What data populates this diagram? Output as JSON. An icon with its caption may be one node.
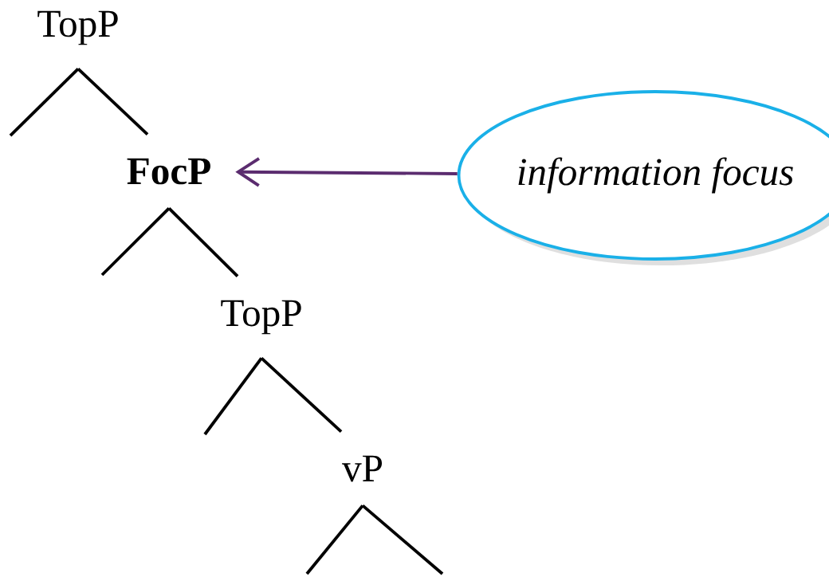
{
  "diagram": {
    "nodes": [
      {
        "text": [
          "TopP"
        ]
      },
      {
        "text": [
          "FocP"
        ]
      },
      {
        "text": [
          "TopP"
        ]
      },
      {
        "text": [
          "vP"
        ]
      },
      {
        "text": [
          "information focus"
        ]
      }
    ],
    "edges": [
      {
        "from": 0,
        "to": null,
        "arrow": "none"
      },
      {
        "from": 0,
        "to": 1,
        "arrow": "none"
      },
      {
        "from": 1,
        "to": null,
        "arrow": "none"
      },
      {
        "from": 1,
        "to": 2,
        "arrow": "none"
      },
      {
        "from": 2,
        "to": null,
        "arrow": "none"
      },
      {
        "from": 2,
        "to": 3,
        "arrow": "none"
      },
      {
        "from": 3,
        "to": null,
        "arrow": "none"
      },
      {
        "from": 3,
        "to": null,
        "arrow": "none"
      },
      {
        "from": 4,
        "to": 1,
        "arrow": "to",
        "color": "#5b2c6f"
      }
    ]
  }
}
